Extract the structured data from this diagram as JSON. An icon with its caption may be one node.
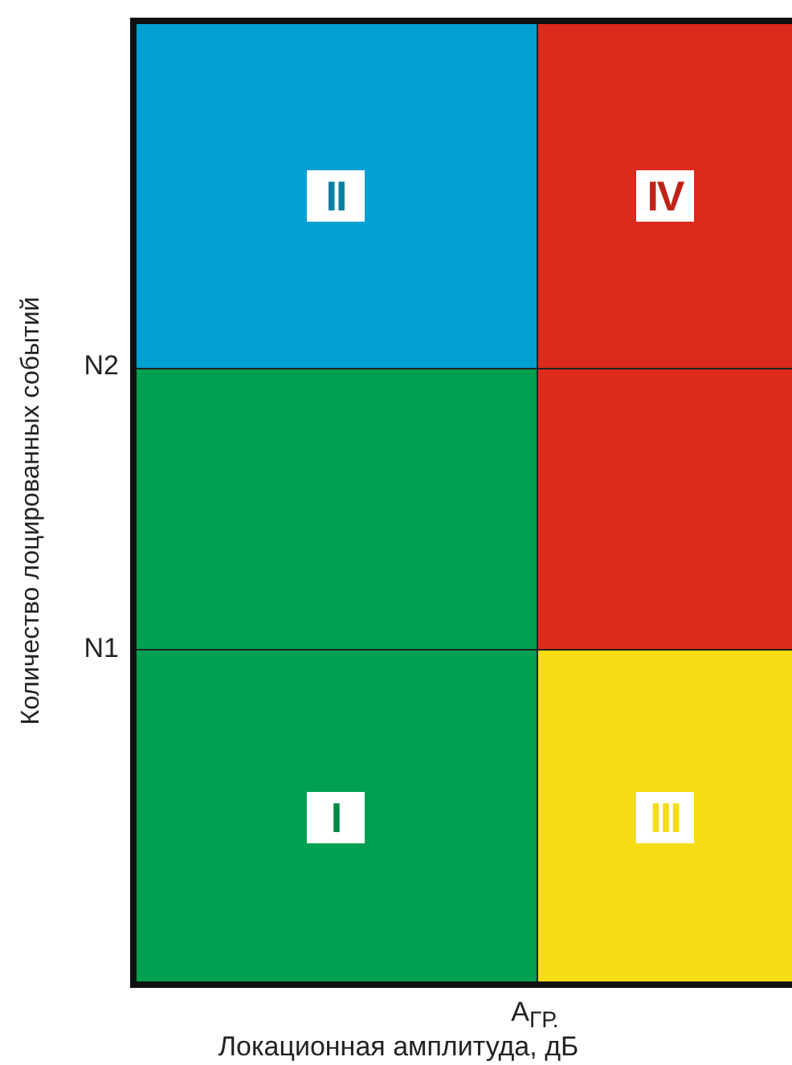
{
  "diagram": {
    "nodes": [
      {
        "text": [
          "II"
        ]
      },
      {
        "text": [
          "IV"
        ]
      },
      {
        "text": [],
        "shape": "box"
      },
      {
        "text": [],
        "shape": "box"
      },
      {
        "text": [
          "I"
        ]
      },
      {
        "text": [
          "III"
        ]
      }
    ],
    "labels": [
      "Количество лоцированных событий",
      "N2",
      "N1",
      "A$_{ГР.}$",
      "Локационная амплитуда, дБ"
    ]
  }
}
